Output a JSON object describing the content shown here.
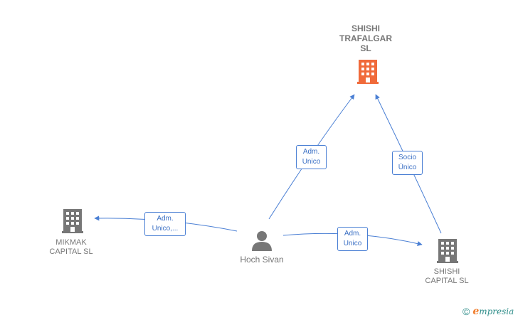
{
  "nodes": {
    "shishi_trafalgar": {
      "label": "SHISHI\nTRAFALGAR\nSL",
      "icon": "building-icon",
      "color": "#f06a3a"
    },
    "mikmak_capital": {
      "label": "MIKMAK\nCAPITAL  SL",
      "icon": "building-icon",
      "color": "#777777"
    },
    "shishi_capital": {
      "label": "SHISHI\nCAPITAL  SL",
      "icon": "building-icon",
      "color": "#777777"
    },
    "hoch_sivan": {
      "label": "Hoch Sivan",
      "icon": "person-icon",
      "color": "#777777"
    }
  },
  "edges": {
    "hoch_to_trafalgar": "Adm.\nUnico",
    "capital_to_trafalgar": "Socio\nÚnico",
    "hoch_to_mikmak": "Adm.\nUnico,...",
    "hoch_to_capital": "Adm.\nUnico"
  },
  "colors": {
    "edge": "#4a7fd4"
  },
  "footer": {
    "copyright": "©",
    "brand_e": "e",
    "brand_rest": "mpresia"
  }
}
